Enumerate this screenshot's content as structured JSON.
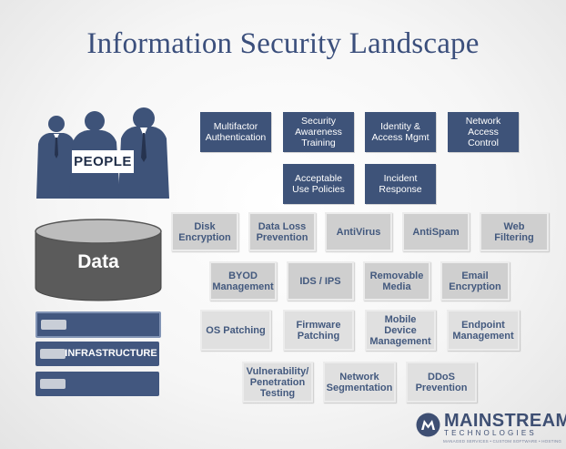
{
  "title": "Information Security Landscape",
  "people": {
    "label": "PEOPLE",
    "color": "#3e5379"
  },
  "data_layer": {
    "label": "Data",
    "color": "#5b5b5b"
  },
  "infrastructure": {
    "label": "INFRASTRUCTURE",
    "color": "#42577f"
  },
  "people_controls": [
    "Multifactor\nAuthentication",
    "Security\nAwareness\nTraining",
    "Identity &\nAccess Mgmt",
    "Network\nAccess\nControl",
    "Acceptable\nUse Policies",
    "Incident\nResponse"
  ],
  "tech_controls": [
    "Disk\nEncryption",
    "Data Loss\nPrevention",
    "AntiVirus",
    "AntiSpam",
    "Web\nFiltering",
    "BYOD\nManagement",
    "IDS / IPS",
    "Removable\nMedia",
    "Email\nEncryption",
    "OS Patching",
    "Firmware\nPatching",
    "Mobile\nDevice\nManagement",
    "Endpoint\nManagement",
    "Vulnerability/\nPenetration\nTesting",
    "Network\nSegmentation",
    "DDoS\nPrevention"
  ],
  "logo": {
    "name": "MAINSTREAM",
    "sub": "TECHNOLOGIES",
    "tagline": "MANAGED SERVICES • CUSTOM SOFTWARE • HOSTING"
  }
}
